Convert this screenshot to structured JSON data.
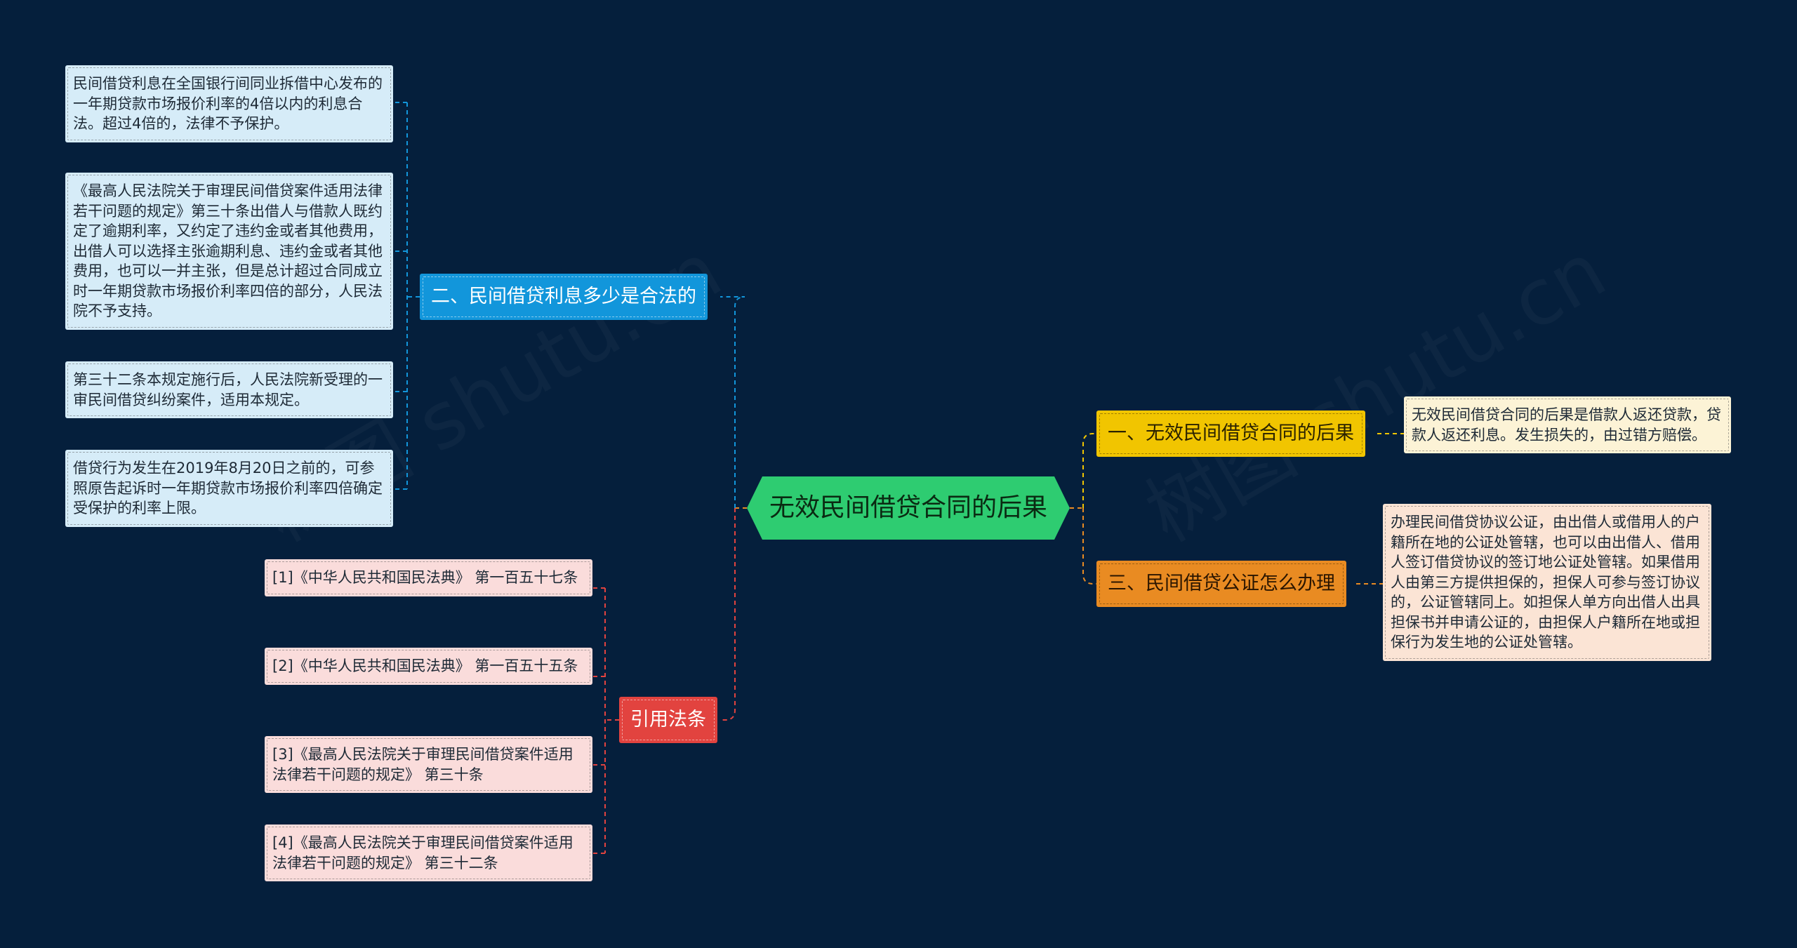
{
  "center": {
    "label": "无效民间借贷合同的后果",
    "color": "#2ecc71"
  },
  "branches": {
    "interest": {
      "label": "二、民间借贷利息多少是合法的",
      "color": "#1296db",
      "items": [
        "民间借贷利息在全国银行间同业拆借中心发布的一年期贷款市场报价利率的4倍以内的利息合法。超过4倍的，法律不予保护。",
        "《最高人民法院关于审理民间借贷案件适用法律若干问题的规定》第三十条出借人与借款人既约定了逾期利率，又约定了违约金或者其他费用，出借人可以选择主张逾期利息、违约金或者其他费用，也可以一并主张，但是总计超过合同成立时一年期贷款市场报价利率四倍的部分，人民法院不予支持。",
        "第三十二条本规定施行后，人民法院新受理的一审民间借贷纠纷案件，适用本规定。",
        "借贷行为发生在2019年8月20日之前的，可参照原告起诉时一年期贷款市场报价利率四倍确定受保护的利率上限。"
      ]
    },
    "law": {
      "label": "引用法条",
      "color": "#e2433f",
      "items": [
        "[1]《中华人民共和国民法典》 第一百五十七条",
        "[2]《中华人民共和国民法典》 第一百五十五条",
        "[3]《最高人民法院关于审理民间借贷案件适用法律若干问题的规定》 第三十条",
        "[4]《最高人民法院关于审理民间借贷案件适用法律若干问题的规定》 第三十二条"
      ]
    },
    "consequence": {
      "label": "一、无效民间借贷合同的后果",
      "color": "#f1c500",
      "items": [
        "无效民间借贷合同的后果是借款人返还贷款，贷款人返还利息。发生损失的，由过错方赔偿。"
      ]
    },
    "notary": {
      "label": "三、民间借贷公证怎么办理",
      "color": "#e98b22",
      "items": [
        "办理民间借贷协议公证，由出借人或借用人的户籍所在地的公证处管辖，也可以由出借人、借用人签订借贷协议的签订地公证处管辖。如果借用人由第三方提供担保的，担保人可参与签订协议的，公证管辖同上。如担保人单方向出借人出具担保书并申请公证的，由担保人户籍所在地或担保行为发生地的公证处管辖。"
      ]
    }
  },
  "watermarks": [
    "树图 shutu.cn",
    "树图 shutu.cn"
  ]
}
